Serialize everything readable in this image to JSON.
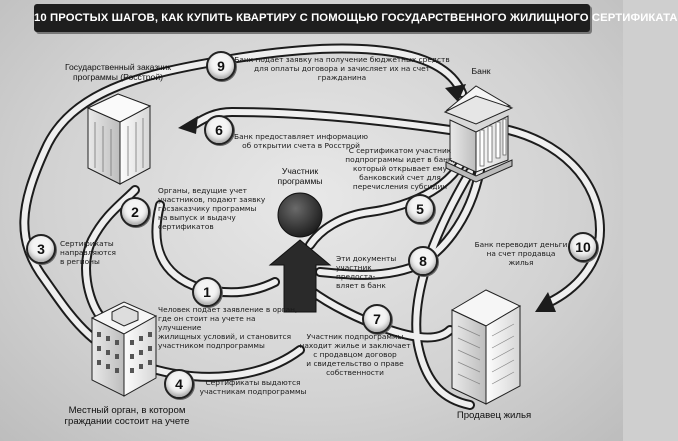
{
  "title": "10 ПРОСТЫХ ШАГОВ, КАК КУПИТЬ КВАРТИРУ С ПОМОЩЬЮ ГОСУДАРСТВЕННОГО ЖИЛИЩНОГО СЕРТИФИКАТА",
  "actors": {
    "customer": [
      "Государственный заказчик",
      "программы (Росстрой)"
    ],
    "bank": "Банк",
    "participant": [
      "Участник",
      "программы"
    ],
    "local_authority": [
      "Местный орган, в котором",
      "граждании состоит на учете"
    ],
    "seller": "Продавец жилья"
  },
  "steps": [
    {
      "n": "1",
      "text": [
        "Человек подает заявление в орган,",
        "где он стоит на учете на улучшение",
        "жилищных условий, и становится",
        "участником подпрограммы"
      ]
    },
    {
      "n": "2",
      "text": [
        "Органы, ведущие учет",
        "участников, подают заявку",
        "госзаказчику программы",
        "на выпуск и выдачу",
        "сертификатов"
      ]
    },
    {
      "n": "3",
      "text": [
        "Сертификаты",
        "направляются",
        "в регионы"
      ]
    },
    {
      "n": "4",
      "text": [
        "Сертификаты выдаются",
        "участникам подпрограммы"
      ]
    },
    {
      "n": "5",
      "text": [
        "С сертификатом участник",
        "подпрограммы идет в банк,",
        "который открывает ему",
        "банковский счет для",
        "перечисления субсидии"
      ]
    },
    {
      "n": "6",
      "text": [
        "Банк предоставляет информацию",
        "об открытии счета в Росстрой"
      ]
    },
    {
      "n": "7",
      "text": [
        "Участник подпрограммы",
        "находит жилье и заключает",
        "с продавцом договор",
        "и свидетельство о праве",
        "собственности"
      ]
    },
    {
      "n": "8",
      "text": [
        "Эти документы",
        "участник предоста-",
        "вляет в банк"
      ]
    },
    {
      "n": "9",
      "text": [
        "Банк подает заявку на получение бюджетных средств",
        "для оплаты договора и зачисляет их на счет гражданина"
      ]
    },
    {
      "n": "10",
      "text": [
        "Банк переводит деньги",
        "на счет продавца жилья"
      ]
    }
  ]
}
